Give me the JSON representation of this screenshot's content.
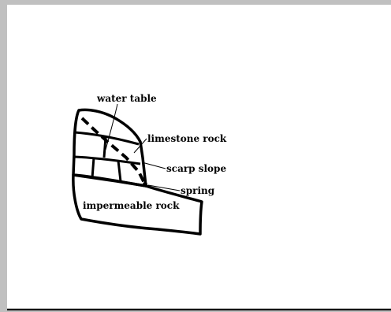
{
  "diagram": {
    "labels": {
      "water_table": "water table",
      "limestone_rock": "limestone rock",
      "scarp_slope": "scarp slope",
      "spring": "spring",
      "impermeable_rock": "impermeable rock"
    },
    "colors": {
      "ink": "#000000",
      "canvas": "#ffffff",
      "workspace": "#c0c0c0"
    }
  }
}
